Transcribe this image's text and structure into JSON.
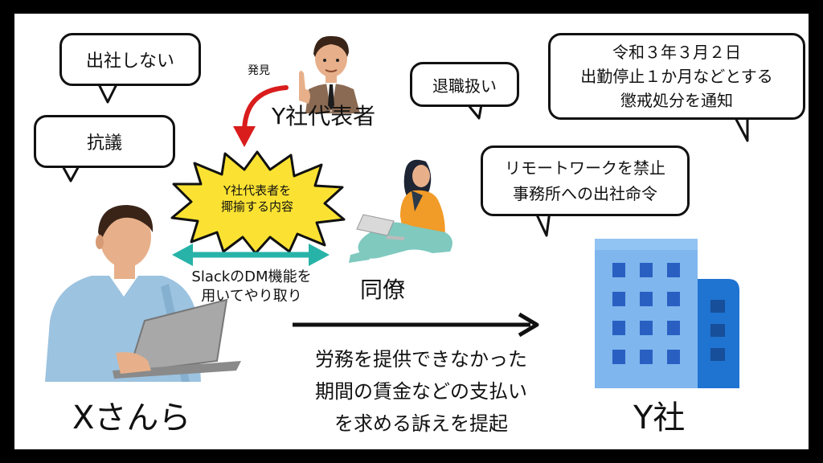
{
  "bubbles": {
    "no_show": "出社しない",
    "protest": "抗議",
    "resignation": "退職扱い",
    "discipline": [
      "令和３年３月２日",
      "出勤停止１か月などとする",
      "懲戒処分を通知"
    ],
    "remote_ban": [
      "リモートワークを禁止",
      "事務所への出社命令"
    ]
  },
  "labels": {
    "discovered": "発見",
    "y_rep": "Y社代表者",
    "burst": [
      "Y社代表者を",
      "揶揄する内容"
    ],
    "slack": [
      "SlackのDM機能を",
      "用いてやり取り"
    ],
    "colleague": "同僚",
    "x_person": "Xさんら",
    "company": "Y社",
    "lawsuit": [
      "労務を提供できなかった",
      "期間の賃金などの支払い",
      "を求める訴えを提起"
    ]
  },
  "colors": {
    "red_arrow": "#d91c1c",
    "teal_arrow": "#27b3a8",
    "burst_yellow": "#fbe232",
    "building_light": "#7fb6ee",
    "building_dark": "#1f73d1",
    "window": "#2a5fc2",
    "shirt": "#9cc3e0",
    "hair": "#3a2418",
    "skin": "#e7b08a",
    "sweater": "#f19b28",
    "pants": "#7fc9bf"
  }
}
